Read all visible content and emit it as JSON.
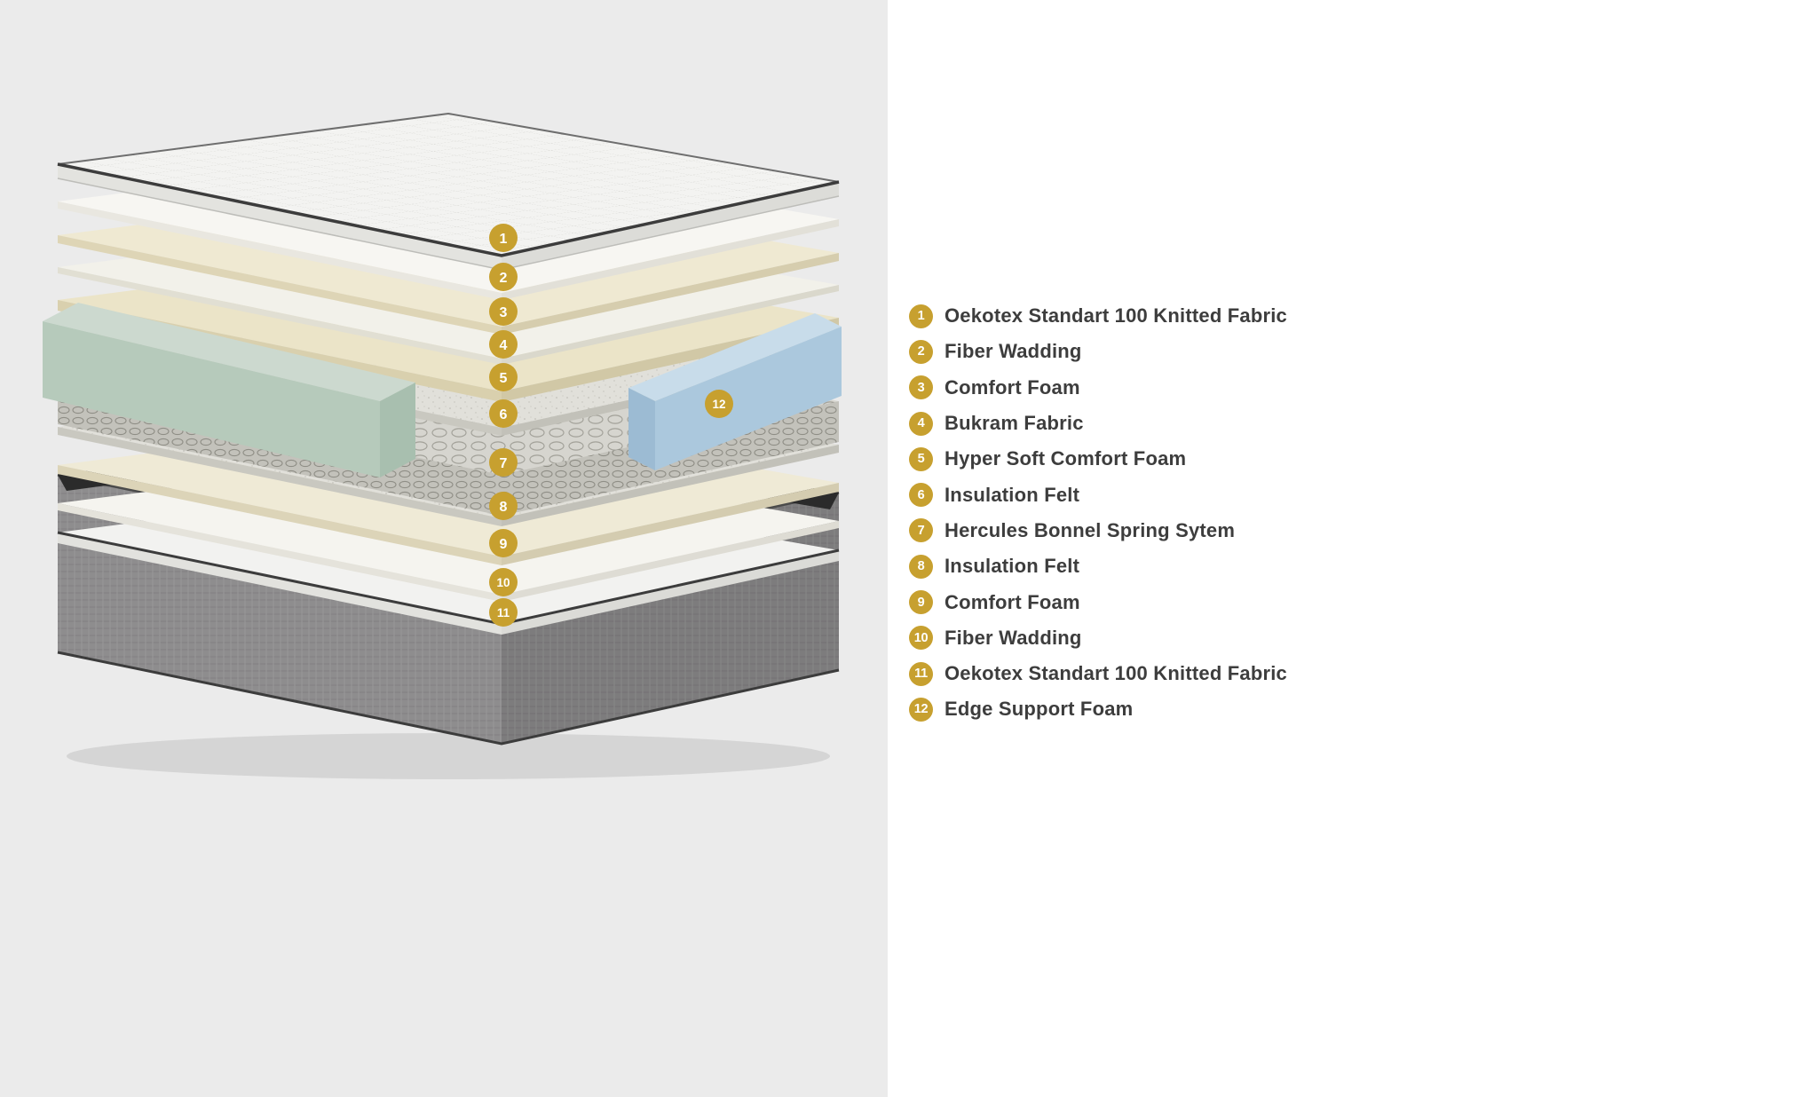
{
  "colors": {
    "badge-gold": "#c7a02f",
    "badge-text": "#ffffff",
    "legend-text": "#3d3d3d",
    "panel-left": "#ebebeb",
    "panel-right": "#ffffff",
    "edge-foam-green": "#b6cabb",
    "edge-foam-blue": "#abc8dd",
    "base-gray": "#8e8d8e"
  },
  "diagram": {
    "badges": [
      {
        "number": "1"
      },
      {
        "number": "2"
      },
      {
        "number": "3"
      },
      {
        "number": "4"
      },
      {
        "number": "5"
      },
      {
        "number": "6"
      },
      {
        "number": "7"
      },
      {
        "number": "8"
      },
      {
        "number": "9"
      },
      {
        "number": "10"
      },
      {
        "number": "11"
      },
      {
        "number": "12"
      }
    ]
  },
  "legend": {
    "items": [
      {
        "number": "1",
        "label": "Oekotex Standart 100 Knitted Fabric"
      },
      {
        "number": "2",
        "label": "Fiber Wadding"
      },
      {
        "number": "3",
        "label": "Comfort Foam"
      },
      {
        "number": "4",
        "label": "Bukram Fabric"
      },
      {
        "number": "5",
        "label": "Hyper Soft Comfort Foam"
      },
      {
        "number": "6",
        "label": "Insulation Felt"
      },
      {
        "number": "7",
        "label": "Hercules Bonnel Spring Sytem"
      },
      {
        "number": "8",
        "label": "Insulation Felt"
      },
      {
        "number": "9",
        "label": "Comfort Foam"
      },
      {
        "number": "10",
        "label": "Fiber Wadding"
      },
      {
        "number": "11",
        "label": "Oekotex Standart 100 Knitted Fabric"
      },
      {
        "number": "12",
        "label": "Edge Support Foam"
      }
    ]
  }
}
